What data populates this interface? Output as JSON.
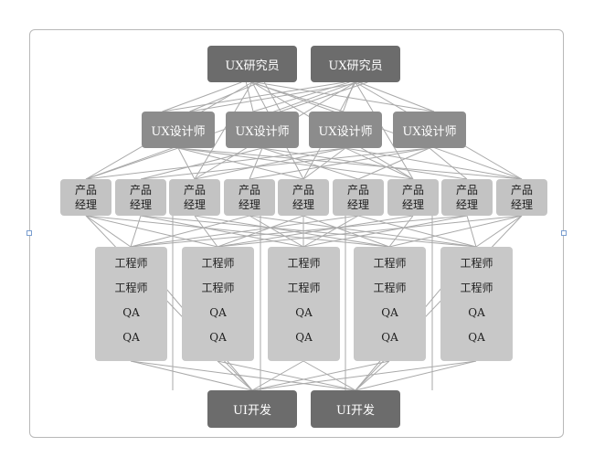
{
  "researchers": [
    "UX研究员",
    "UX研究员"
  ],
  "designers": [
    "UX设计师",
    "UX设计师",
    "UX设计师",
    "UX设计师"
  ],
  "pm": {
    "line1": "产品",
    "line2": "经理",
    "count": 9
  },
  "teams": [
    [
      "工程师",
      "工程师",
      "QA",
      "QA"
    ],
    [
      "工程师",
      "工程师",
      "QA",
      "QA"
    ],
    [
      "工程师",
      "工程师",
      "QA",
      "QA"
    ],
    [
      "工程师",
      "工程师",
      "QA",
      "QA"
    ],
    [
      "工程师",
      "工程师",
      "QA",
      "QA"
    ]
  ],
  "ui_devs": [
    "UI开发",
    "UI开发"
  ],
  "colors": {
    "dark": "#6c6c6c",
    "mid": "#8c8c8c",
    "light": "#c3c3c3",
    "line": "#a9a9a9"
  }
}
